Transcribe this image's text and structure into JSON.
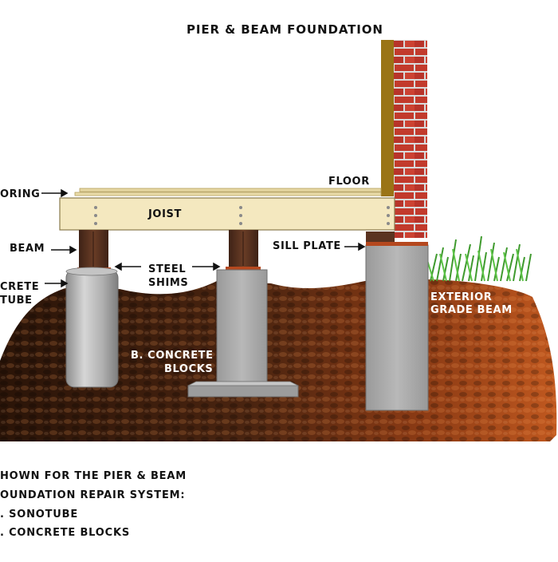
{
  "title": "PIER & BEAM FOUNDATION",
  "labels": {
    "floor": "FLOOR",
    "flooring": "ORING",
    "joist": "JOIST",
    "beam": "BEAM",
    "sill_plate": "SILL PLATE",
    "steel_shims_1": "STEEL",
    "steel_shims_2": "SHIMS",
    "concrete_tube_1": "CRETE",
    "concrete_tube_2": "TUBE",
    "concrete_blocks_1": "B. CONCRETE",
    "concrete_blocks_2": "BLOCKS",
    "grade_beam_1": "EXTERIOR",
    "grade_beam_2": "GRADE BEAM"
  },
  "notes": [
    "HOWN FOR THE PIER & BEAM",
    "OUNDATION REPAIR SYSTEM:",
    ". SONOTUBE",
    ". CONCRETE BLOCKS"
  ],
  "colors": {
    "soil_dark": "#2a1408",
    "soil_light": "#b8521f",
    "wood": "#f4e8bf",
    "post": "#5a3320",
    "concrete": "#a8a8a8",
    "brick": "#c0392b",
    "grass": "#4caf3a"
  }
}
